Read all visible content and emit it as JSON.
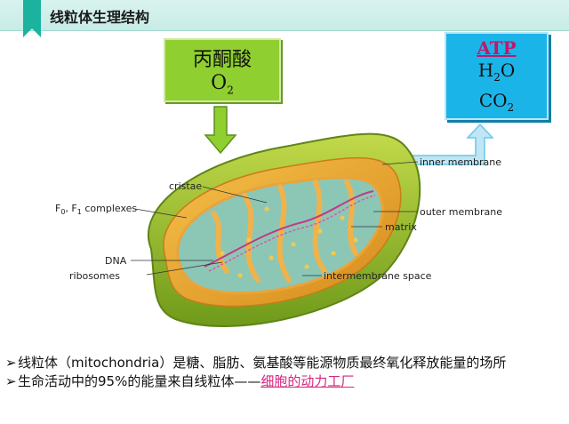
{
  "header": {
    "title": "线粒体生理结构"
  },
  "input_box": {
    "line1": "丙酮酸",
    "line2_base": "O",
    "line2_sub": "2"
  },
  "output_box": {
    "line1": "ATP",
    "line2_base": "H",
    "line2_sub": "2",
    "line2_end": "O",
    "line3_base": "CO",
    "line3_sub": "2"
  },
  "labels": {
    "inner_membrane": "inner membrane",
    "cristae": "cristae",
    "f_complex_a": "F",
    "f_complex_a_sub": "0",
    "f_complex_b": ", F",
    "f_complex_b_sub": "1",
    "f_complex_c": " complexes",
    "outer_membrane": "outer membrane",
    "matrix": "matrix",
    "dna": "DNA",
    "ribosomes": "ribosomes",
    "intermembrane_space": "intermembrane space"
  },
  "bullets": {
    "symbol": "➢",
    "b1": "线粒体（mitochondria）是糖、脂肪、氨基酸等能源物质最终氧化释放能量的场所",
    "b2_plain": "生命活动中的95%的能量来自线粒体——",
    "b2_highlight": "细胞的动力工厂"
  },
  "colors": {
    "accent_teal": "#1bb3a0",
    "input_green": "#8fcf2f",
    "output_blue": "#1bb4e8",
    "highlight_pink": "#d6267f"
  }
}
